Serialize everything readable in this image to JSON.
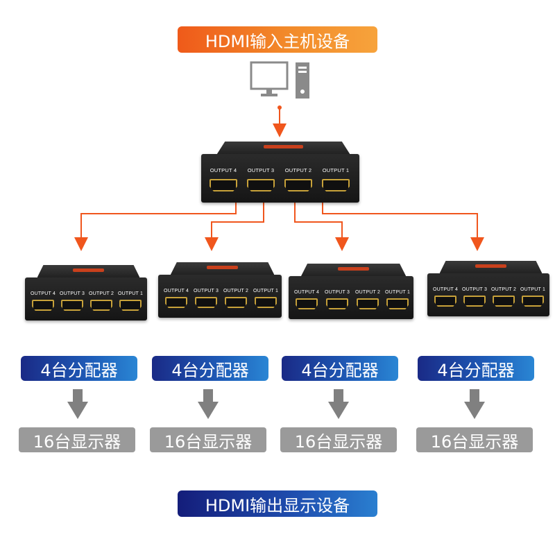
{
  "top_label": "HDMI输入主机设备",
  "bottom_label": "HDMI输出显示设备",
  "port_labels": [
    "OUTPUT 4",
    "OUTPUT 3",
    "OUTPUT 2",
    "OUTPUT 1"
  ],
  "splitter_label": "4台分配器",
  "display_label": "16台显示器",
  "colors": {
    "top_pill": "#ef5a1a",
    "blue_pill": "#1a2a86",
    "gray_pill": "#9a9a9a",
    "orange_arrow": "#f0561d",
    "gray_arrow": "#808080",
    "computer_icon": "#8a8a8a"
  }
}
